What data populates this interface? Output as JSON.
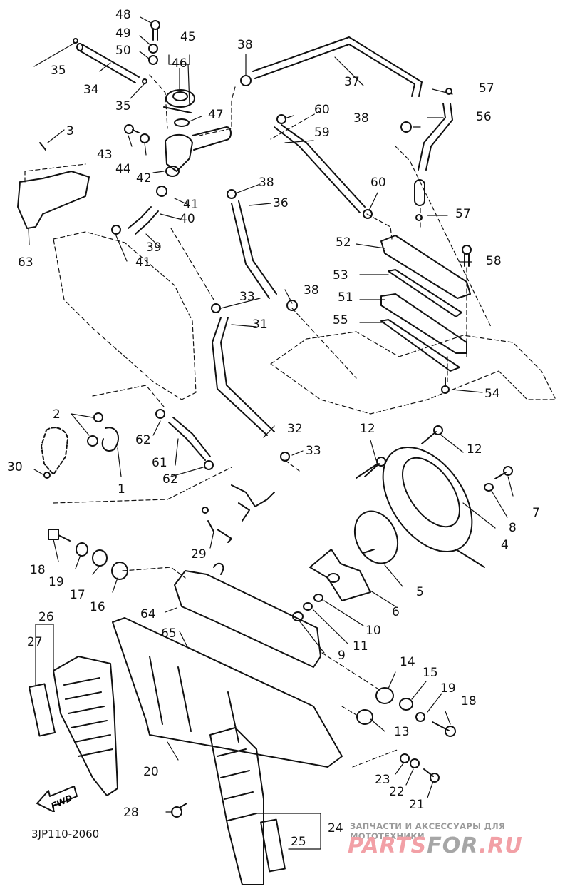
{
  "diagram": {
    "title_code": "3JP110-2060",
    "direction_marker": "FWD",
    "watermark": {
      "tagline": "ЗАПЧАСТИ И АКСЕССУАРЫ ДЛЯ МОТОТЕХНИКИ",
      "logo_part1": "PARTS",
      "logo_part2": "FOR",
      "logo_part3": ".RU",
      "colors": {
        "tagline": "#9a9a9a",
        "logo_red": "#f2a0a6",
        "logo_gray": "#a6a6a6"
      }
    },
    "callouts": [
      {
        "id": "48",
        "text": "48"
      },
      {
        "id": "49",
        "text": "49"
      },
      {
        "id": "50",
        "text": "50"
      },
      {
        "id": "45",
        "text": "45"
      },
      {
        "id": "46",
        "text": "46"
      },
      {
        "id": "35a",
        "text": "35"
      },
      {
        "id": "34",
        "text": "34"
      },
      {
        "id": "35b",
        "text": "35"
      },
      {
        "id": "47",
        "text": "47"
      },
      {
        "id": "38a",
        "text": "38"
      },
      {
        "id": "37",
        "text": "37"
      },
      {
        "id": "57a",
        "text": "57"
      },
      {
        "id": "60a",
        "text": "60"
      },
      {
        "id": "38b",
        "text": "38"
      },
      {
        "id": "56",
        "text": "56"
      },
      {
        "id": "59",
        "text": "59"
      },
      {
        "id": "3",
        "text": "3"
      },
      {
        "id": "43",
        "text": "43"
      },
      {
        "id": "44",
        "text": "44"
      },
      {
        "id": "42",
        "text": "42"
      },
      {
        "id": "41a",
        "text": "41"
      },
      {
        "id": "40",
        "text": "40"
      },
      {
        "id": "39",
        "text": "39"
      },
      {
        "id": "41b",
        "text": "41"
      },
      {
        "id": "63",
        "text": "63"
      },
      {
        "id": "38c",
        "text": "38"
      },
      {
        "id": "36",
        "text": "36"
      },
      {
        "id": "60b",
        "text": "60"
      },
      {
        "id": "57b",
        "text": "57"
      },
      {
        "id": "52",
        "text": "52"
      },
      {
        "id": "58",
        "text": "58"
      },
      {
        "id": "53",
        "text": "53"
      },
      {
        "id": "51",
        "text": "51"
      },
      {
        "id": "55",
        "text": "55"
      },
      {
        "id": "33a",
        "text": "33"
      },
      {
        "id": "38d",
        "text": "38"
      },
      {
        "id": "31",
        "text": "31"
      },
      {
        "id": "54",
        "text": "54"
      },
      {
        "id": "2",
        "text": "2"
      },
      {
        "id": "62a",
        "text": "62"
      },
      {
        "id": "30",
        "text": "30"
      },
      {
        "id": "1",
        "text": "1"
      },
      {
        "id": "61",
        "text": "61"
      },
      {
        "id": "62b",
        "text": "62"
      },
      {
        "id": "32",
        "text": "32"
      },
      {
        "id": "33b",
        "text": "33"
      },
      {
        "id": "12a",
        "text": "12"
      },
      {
        "id": "12b",
        "text": "12"
      },
      {
        "id": "7",
        "text": "7"
      },
      {
        "id": "8",
        "text": "8"
      },
      {
        "id": "4",
        "text": "4"
      },
      {
        "id": "29",
        "text": "29"
      },
      {
        "id": "18a",
        "text": "18"
      },
      {
        "id": "19a",
        "text": "19"
      },
      {
        "id": "17",
        "text": "17"
      },
      {
        "id": "16",
        "text": "16"
      },
      {
        "id": "5",
        "text": "5"
      },
      {
        "id": "6",
        "text": "6"
      },
      {
        "id": "10",
        "text": "10"
      },
      {
        "id": "11",
        "text": "11"
      },
      {
        "id": "9",
        "text": "9"
      },
      {
        "id": "64",
        "text": "64"
      },
      {
        "id": "65",
        "text": "65"
      },
      {
        "id": "26",
        "text": "26"
      },
      {
        "id": "27",
        "text": "27"
      },
      {
        "id": "14",
        "text": "14"
      },
      {
        "id": "15",
        "text": "15"
      },
      {
        "id": "19b",
        "text": "19"
      },
      {
        "id": "18b",
        "text": "18"
      },
      {
        "id": "13",
        "text": "13"
      },
      {
        "id": "20",
        "text": "20"
      },
      {
        "id": "23",
        "text": "23"
      },
      {
        "id": "22",
        "text": "22"
      },
      {
        "id": "21",
        "text": "21"
      },
      {
        "id": "28",
        "text": "28"
      },
      {
        "id": "24",
        "text": "24"
      },
      {
        "id": "25",
        "text": "25"
      }
    ]
  }
}
